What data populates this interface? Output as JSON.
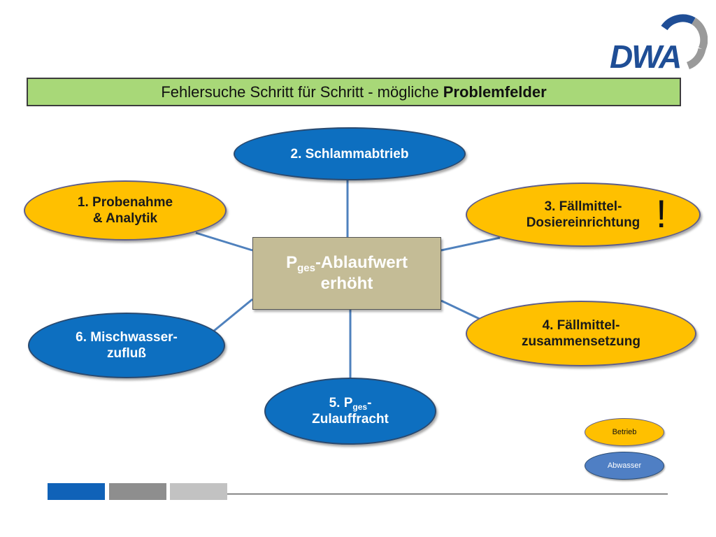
{
  "logo": {
    "text": "DWA"
  },
  "title": {
    "main": "Fehlersuche Schritt für Schritt - mögliche",
    "bold": "Problemfelder"
  },
  "center": {
    "p": "P",
    "sub": "ges",
    "rest": "-Ablaufwert",
    "line2": "erhöht"
  },
  "nodes": {
    "n1": {
      "line1": "1.  Probenahme",
      "line2": "& Analytik"
    },
    "n2": {
      "line1": "2.  Schlammabtrieb"
    },
    "n3": {
      "line1": "3.  Fällmittel-",
      "line2": "Dosiereinrichtung"
    },
    "n4": {
      "line1": "4. Fällmittel-",
      "line2": "zusammensetzung"
    },
    "n5": {
      "pre": "5. P",
      "sub": "ges",
      "post": "-",
      "line2": "Zulauffracht"
    },
    "n6": {
      "line1": "6. Mischwasser-",
      "line2": "zufluß"
    }
  },
  "alert": "!",
  "legend": {
    "betrieb": "Betrieb",
    "abwasser": "Abwasser"
  },
  "colors": {
    "blue_node": "#0d6fc0",
    "yellow_node": "#ffc000",
    "title_bg": "#a8d878",
    "center_bg": "#c4bc96",
    "connector": "#4f81bd"
  }
}
